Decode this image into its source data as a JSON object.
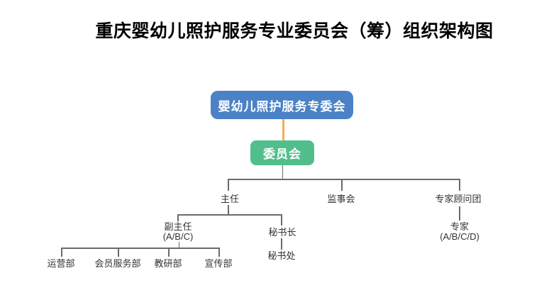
{
  "title": "重庆婴幼儿照护服务专业委员会（筹）组织架构图",
  "colors": {
    "root_box": "#4B82C6",
    "committee_box": "#52BE8C",
    "root_committee_link": "#F4AF51",
    "tree_lines": "#6B6B6B",
    "label_text": "#333333",
    "box_text": "#FFFFFF"
  },
  "nodes": {
    "root": "婴幼儿照护服务专委会",
    "committee": "委员会",
    "director": "主任",
    "supervisory_board": "监事会",
    "advisory_group": "专家顾问团",
    "experts_line1": "专家",
    "experts_line2": "(A/B/C/D)",
    "deputy_line1": "副主任",
    "deputy_line2": "(A/B/C)",
    "secretary_general": "秘书长",
    "secretariat": "秘书处",
    "dept_operations": "运营部",
    "dept_member_service": "会员服务部",
    "dept_teaching_research": "教研部",
    "dept_publicity": "宣传部"
  }
}
